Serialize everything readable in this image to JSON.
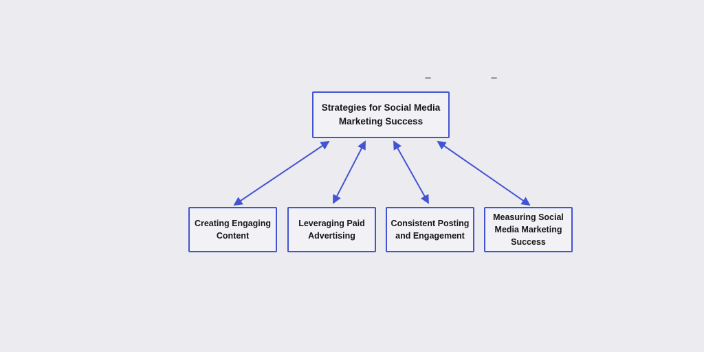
{
  "diagram": {
    "root": {
      "label": "Strategies for Social Media Marketing Success"
    },
    "children": [
      {
        "id": "creating-engaging-content",
        "label": "Creating Engaging Content"
      },
      {
        "id": "leveraging-paid-advertising",
        "label": "Leveraging Paid Advertising"
      },
      {
        "id": "consistent-posting-and-engagement",
        "label": "Consistent Posting and Engagement"
      },
      {
        "id": "measuring-social-media-marketing-success",
        "label": "Measuring Social Media Marketing Success"
      }
    ],
    "connections": [
      {
        "from": "root",
        "to": "creating-engaging-content",
        "style": "double-headed-arrow"
      },
      {
        "from": "root",
        "to": "leveraging-paid-advertising",
        "style": "double-headed-arrow"
      },
      {
        "from": "root",
        "to": "consistent-posting-and-engagement",
        "style": "double-headed-arrow"
      },
      {
        "from": "root",
        "to": "measuring-social-media-marketing-success",
        "style": "double-headed-arrow"
      }
    ],
    "colors": {
      "background": "#ebebf0",
      "node_border": "#4254d2",
      "node_fill": "#f1f1f6",
      "arrow": "#4254d2",
      "text": "#161616",
      "artifact_dash": "#a6a6ae"
    }
  }
}
